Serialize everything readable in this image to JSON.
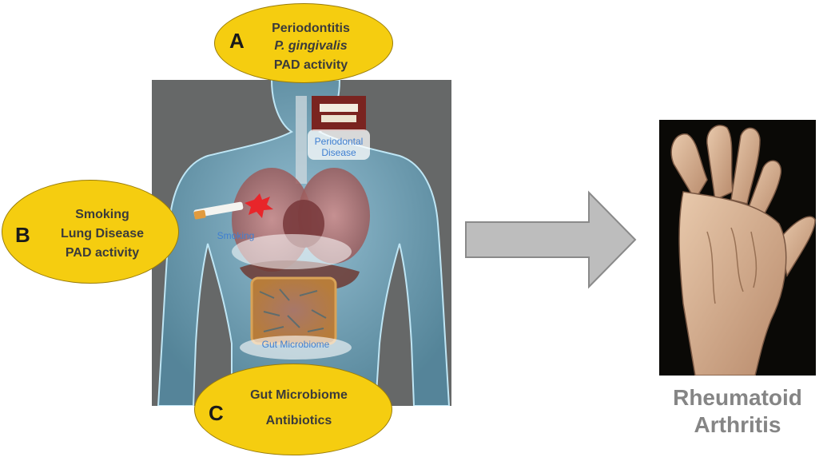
{
  "oval_a": {
    "letter": "A",
    "lines": [
      "Periodontitis",
      "P. gingivalis",
      "PAD activity"
    ]
  },
  "oval_b": {
    "letter": "B",
    "lines": [
      "Smoking",
      "Lung Disease",
      "PAD activity"
    ]
  },
  "oval_c": {
    "letter": "C",
    "lines": [
      "Gut Microbiome",
      "Antibiotics"
    ]
  },
  "body_labels": {
    "periodontal": [
      "Periodontal",
      "Disease"
    ],
    "smoking": "Smoking",
    "gut": "Gut Microbiome"
  },
  "outcome": {
    "lines": [
      "Rheumatoid",
      "Arthritis"
    ]
  },
  "colors": {
    "oval_fill": "#f5cd10",
    "arrow_fill": "#bdbdbd",
    "callout_text": "#3f7fd1",
    "panel_bg": "#666868"
  }
}
